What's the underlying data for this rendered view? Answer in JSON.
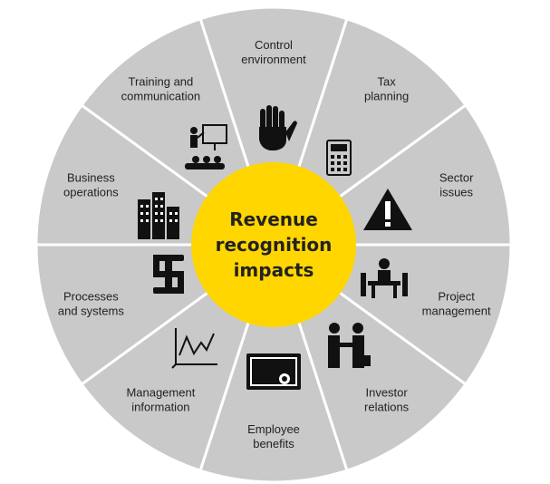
{
  "center": {
    "lines": [
      "Revenue",
      "recognition",
      "impacts"
    ]
  },
  "colors": {
    "segment": "#c9c9c9",
    "center": "#ffd600",
    "divider": "#ffffff",
    "text": "#222222"
  },
  "segments": [
    {
      "lines": [
        "Control",
        "environment"
      ],
      "icon": "hand-icon"
    },
    {
      "lines": [
        "Tax",
        "planning"
      ],
      "icon": "calculator-icon"
    },
    {
      "lines": [
        "Sector",
        "issues"
      ],
      "icon": "warning-icon"
    },
    {
      "lines": [
        "Project",
        "management"
      ],
      "icon": "meeting-icon"
    },
    {
      "lines": [
        "Investor",
        "relations"
      ],
      "icon": "handshake-icon"
    },
    {
      "lines": [
        "Employee",
        "benefits"
      ],
      "icon": "certificate-icon"
    },
    {
      "lines": [
        "Management",
        "information"
      ],
      "icon": "line-chart-icon"
    },
    {
      "lines": [
        "Processes",
        "and systems"
      ],
      "icon": "process-flow-icon"
    },
    {
      "lines": [
        "Business",
        "operations"
      ],
      "icon": "buildings-icon"
    },
    {
      "lines": [
        "Training and",
        "communication"
      ],
      "icon": "presentation-icon"
    }
  ]
}
